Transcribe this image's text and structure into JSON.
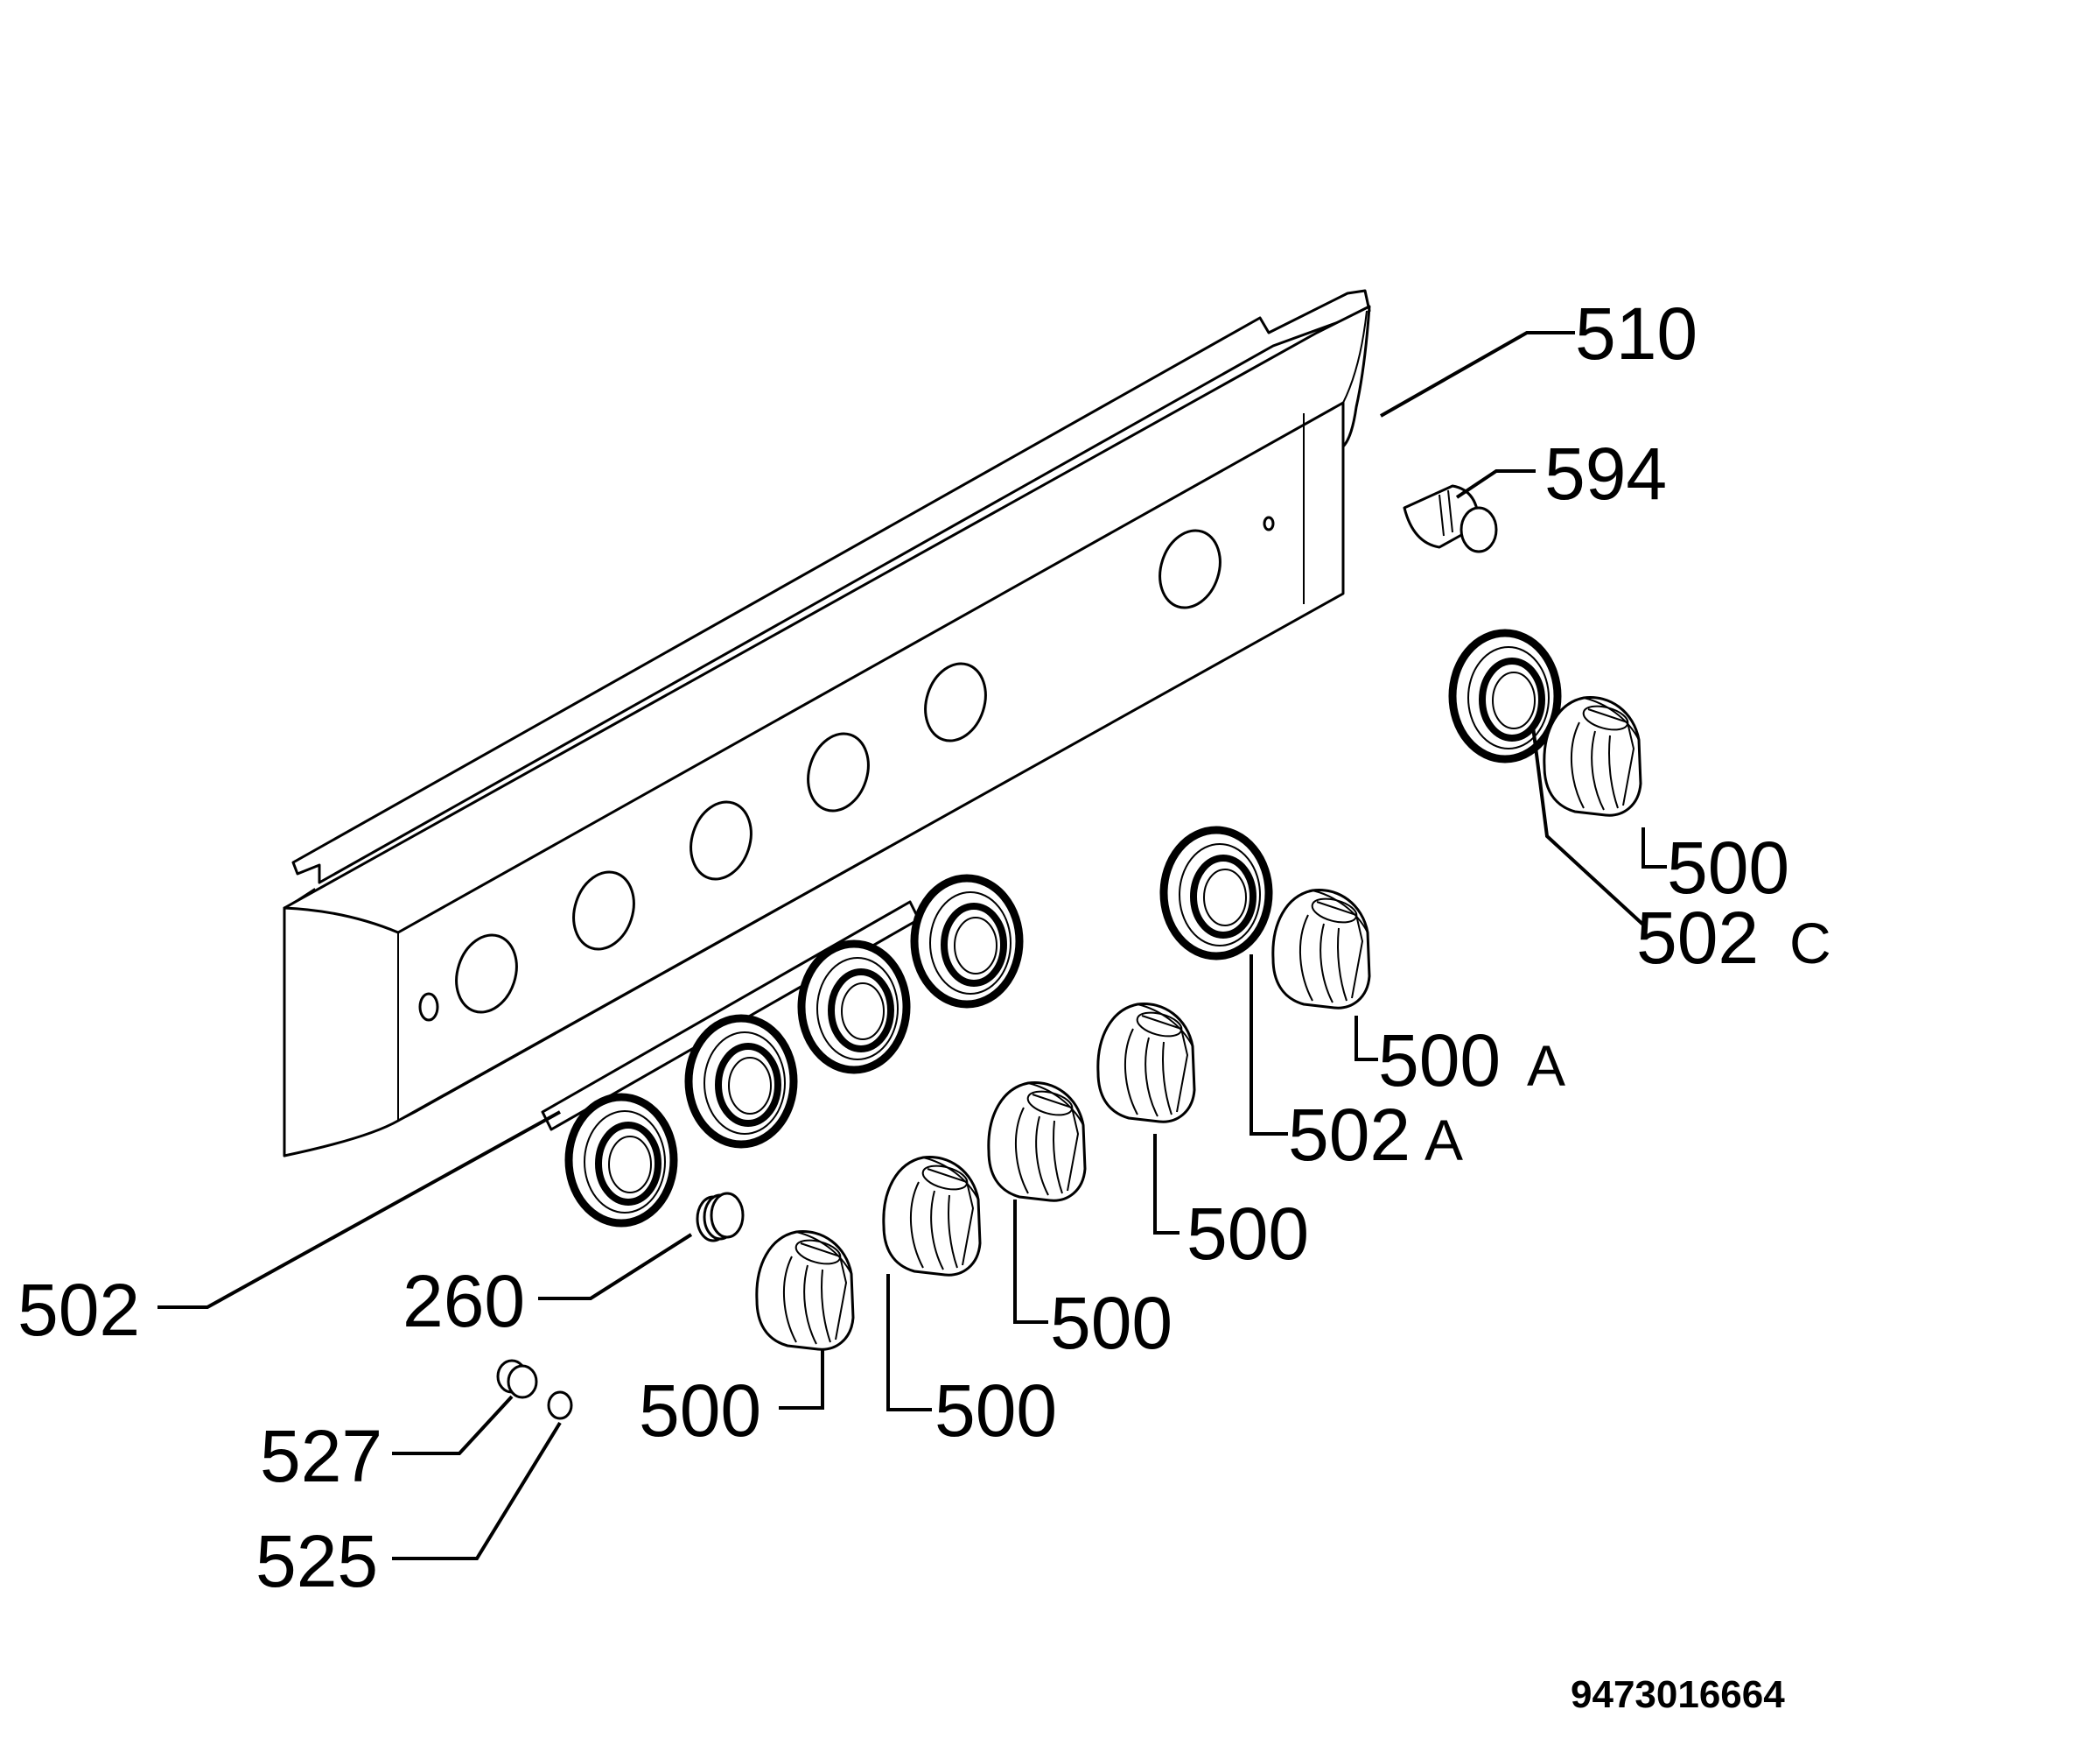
{
  "diagram": {
    "labels": {
      "l510": "510",
      "l594": "594",
      "l500_c": "500",
      "l502c_num": "502",
      "l502c_suffix": "C",
      "l500a_num": "500",
      "l500a_suffix": "A",
      "l502a_num": "502",
      "l502a_suffix": "A",
      "l500_1": "500",
      "l500_2": "500",
      "l500_3": "500",
      "l500_4": "500",
      "l502": "502",
      "l260": "260",
      "l527": "527",
      "l525": "525"
    },
    "document_number": "9473016664"
  }
}
